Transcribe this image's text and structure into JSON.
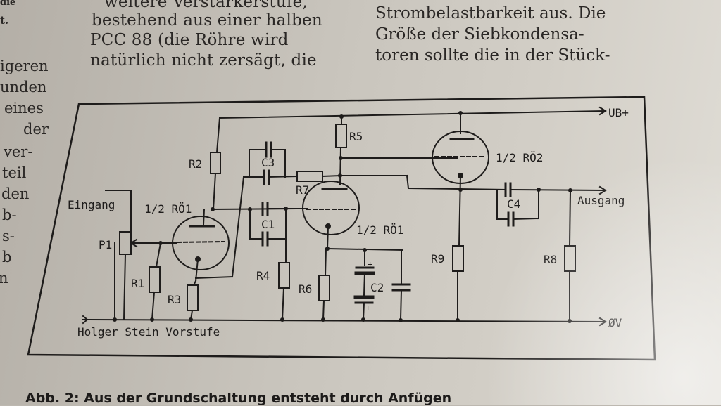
{
  "article": {
    "left_column": [
      "die",
      "t.",
      "igeren",
      "unden",
      "eines",
      "der",
      "ver-",
      "teil",
      "den",
      "b-",
      "s-",
      "b",
      "n"
    ],
    "middle_column": [
      "weitere Verstärkerstufe,",
      "bestehend aus einer halben",
      "PCC 88 (die Röhre wird",
      "natürlich nicht zersägt, die"
    ],
    "right_column": [
      "Strombelastbarkeit aus. Die",
      "Größe der Siebkondensa-",
      "toren sollte die in der Stück-"
    ]
  },
  "caption": "Abb. 2: Aus der Grundschaltung entsteht durch Anfügen",
  "schematic": {
    "title": "Holger Stein Vorstufe",
    "rails": {
      "supply": "UB+",
      "ground": "ØV"
    },
    "ports": {
      "input": "Eingang",
      "output": "Ausgang"
    },
    "tubes": {
      "tube1": "1/2 RÖ1",
      "tube2": "1/2 RÖ1",
      "tube3": "1/2 RÖ2"
    },
    "components": {
      "P1": "P1",
      "R1": "R1",
      "R2": "R2",
      "R3": "R3",
      "R4": "R4",
      "R5": "R5",
      "R6": "R6",
      "R7": "R7",
      "R8": "R8",
      "R9": "R9",
      "C1": "C1",
      "C2": "C2",
      "C3": "C3",
      "C4": "C4"
    },
    "polarity_marks": {
      "plus": "+"
    }
  }
}
